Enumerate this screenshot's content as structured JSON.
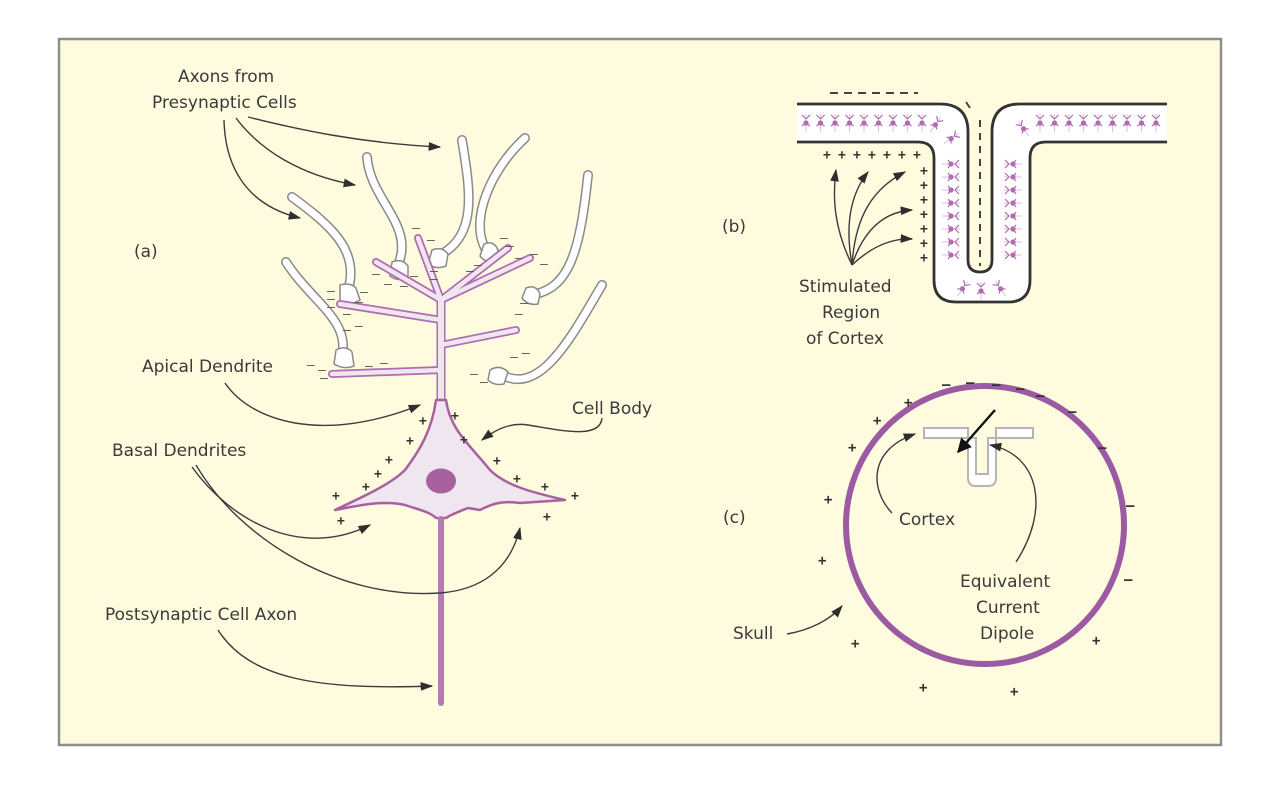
{
  "colors": {
    "background": "#fefbdf",
    "frame_border": "#8e8e8e",
    "neuron_purple": "#a8619f",
    "neuron_fill": "#efe6f0",
    "skull_purple": "#9b5aa2",
    "text": "#3a3a3a",
    "cortex_border": "#333333"
  },
  "panel_a": {
    "label": "(a)",
    "labels": {
      "axons_line1": "Axons from",
      "axons_line2": "Presynaptic Cells",
      "apical_dendrite": "Apical Dendrite",
      "basal_dendrites": "Basal Dendrites",
      "cell_body": "Cell Body",
      "postsynaptic_axon": "Postsynaptic Cell Axon"
    },
    "charge_negative": "–",
    "charge_positive": "+"
  },
  "panel_b": {
    "label": "(b)",
    "labels": {
      "line1": "Stimulated",
      "line2": "Region",
      "line3": "of Cortex"
    }
  },
  "panel_c": {
    "label": "(c)",
    "labels": {
      "cortex": "Cortex",
      "dipole_line1": "Equivalent",
      "dipole_line2": "Current",
      "dipole_line3": "Dipole",
      "skull": "Skull"
    }
  }
}
